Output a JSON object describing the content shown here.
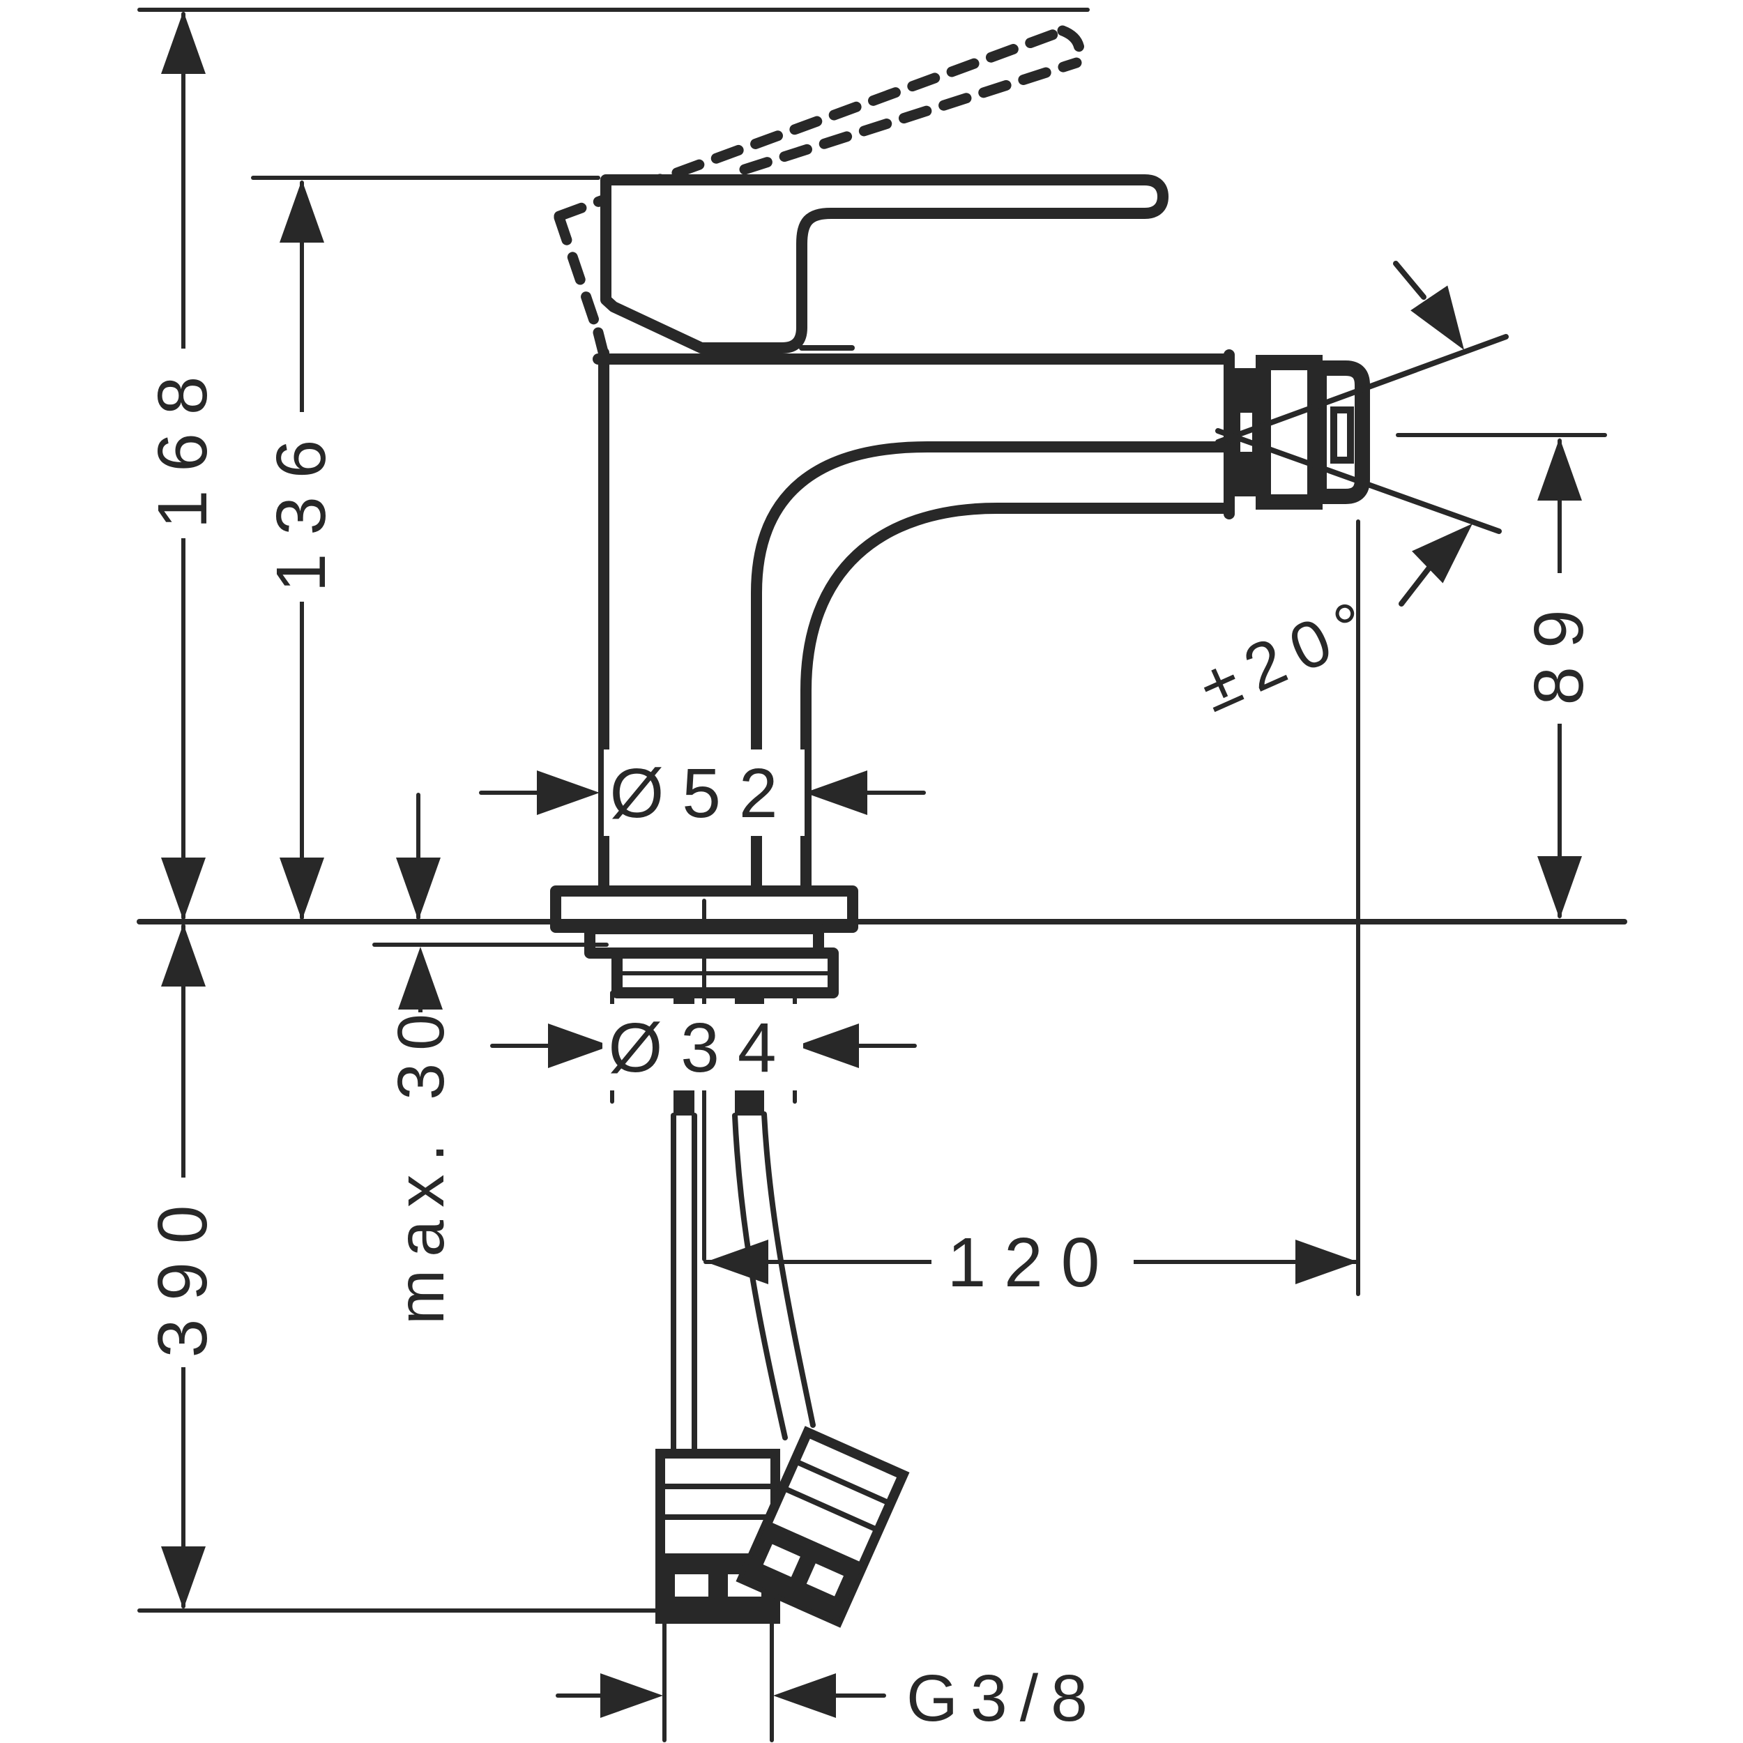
{
  "drawing": {
    "type": "technical dimension drawing",
    "subject": "single-lever bidet mixer with pop-up waste, side view",
    "line_color": "#282828",
    "background_color": "#ffffff"
  },
  "dimensions": {
    "total_height": "168",
    "height_to_handle": "136",
    "height_below_counter": "390",
    "max_counter_thickness": "max. 30",
    "body_diameter": "Ø52",
    "shank_diameter": "Ø34",
    "spout_reach": "120",
    "outlet_height": "89",
    "aerator_swivel_angle": "±20°",
    "supply_connection_thread": "G3/8"
  }
}
